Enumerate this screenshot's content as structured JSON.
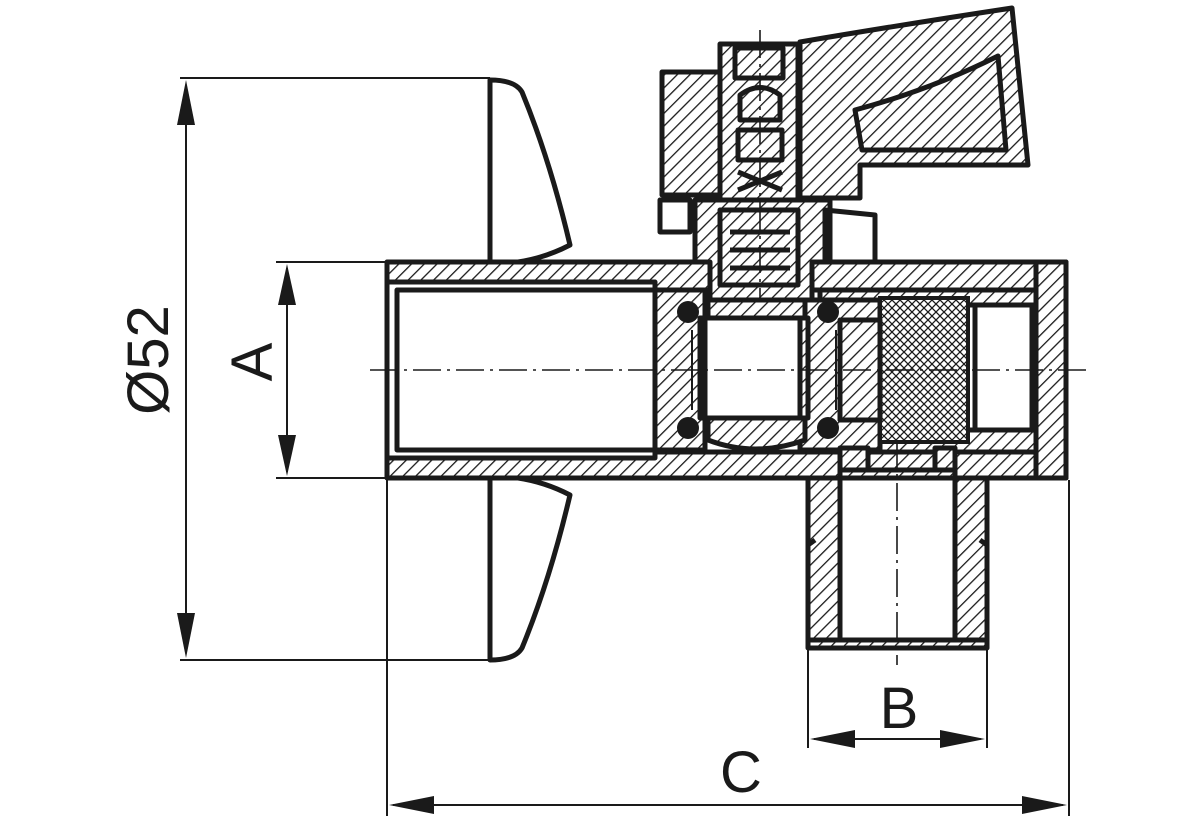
{
  "labels": {
    "diameter": "Ø52",
    "a": "A",
    "b": "B",
    "c": "C"
  },
  "colors": {
    "line": "#1a1a1a",
    "background": "#ffffff"
  }
}
